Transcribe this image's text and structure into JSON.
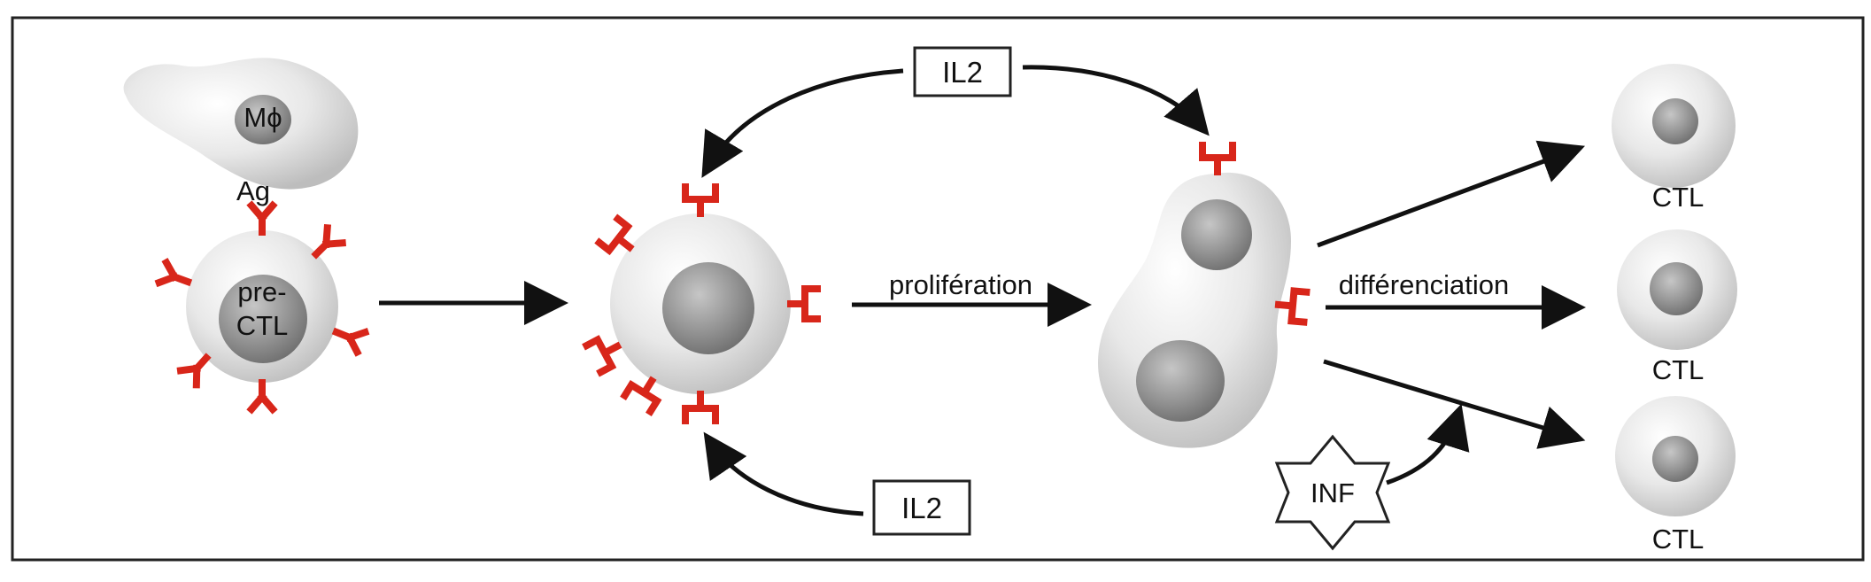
{
  "labels": {
    "macrophage": "Mϕ",
    "antigen": "Ag",
    "pre_ctl_line1": "pre-",
    "pre_ctl_line2": "CTL",
    "il2_top": "IL2",
    "il2_bottom": "IL2",
    "proliferation": "prolifération",
    "differentiation": "différenciation",
    "inf": "INF",
    "ctl_top": "CTL",
    "ctl_middle": "CTL",
    "ctl_bottom": "CTL"
  },
  "colors": {
    "receptor": "#d8261a",
    "arrow": "#111111",
    "frame": "#222222",
    "cell_fill": "#e6e6e6",
    "nucleus_fill": "#9a9a9a"
  }
}
